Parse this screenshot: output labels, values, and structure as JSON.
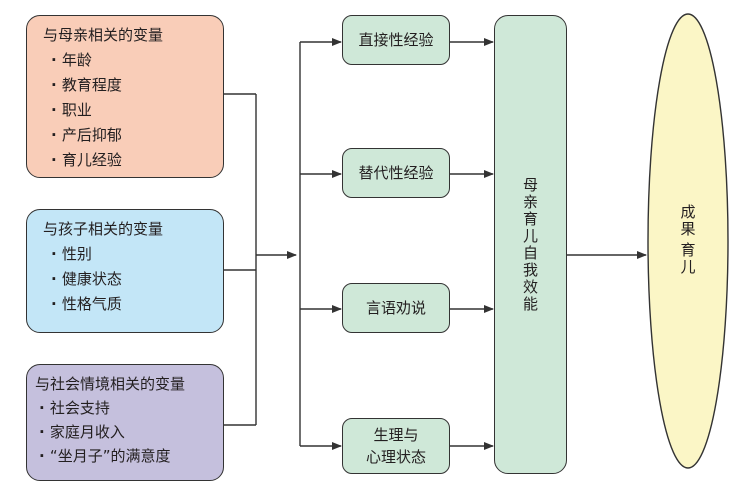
{
  "groups": [
    {
      "title": "与母亲相关的变量",
      "items": [
        "年龄",
        "教育程度",
        "职业",
        "产后抑郁",
        "育儿经验"
      ]
    },
    {
      "title": "与孩子相关的变量",
      "items": [
        "性别",
        "健康状态",
        "性格气质"
      ]
    },
    {
      "title": "与社会情境相关的变量",
      "items": [
        "社会支持",
        "家庭月收入",
        "“坐月子”的满意度"
      ]
    }
  ],
  "sources": [
    {
      "label": "直接性经验"
    },
    {
      "label": "替代性经验"
    },
    {
      "label": "言语劝说"
    },
    {
      "label_line1": "生理与",
      "label_line2": "心理状态"
    }
  ],
  "efficacy": {
    "label": "母亲育儿自我效能"
  },
  "outcome": {
    "line1": "育儿",
    "line2": "成果"
  },
  "colors": {
    "mother": "#f9cdb8",
    "child": "#c3e6f7",
    "society": "#c5c0dd",
    "source": "#cfe8d8",
    "outcome": "#fbf6c6",
    "line": "#333333"
  }
}
